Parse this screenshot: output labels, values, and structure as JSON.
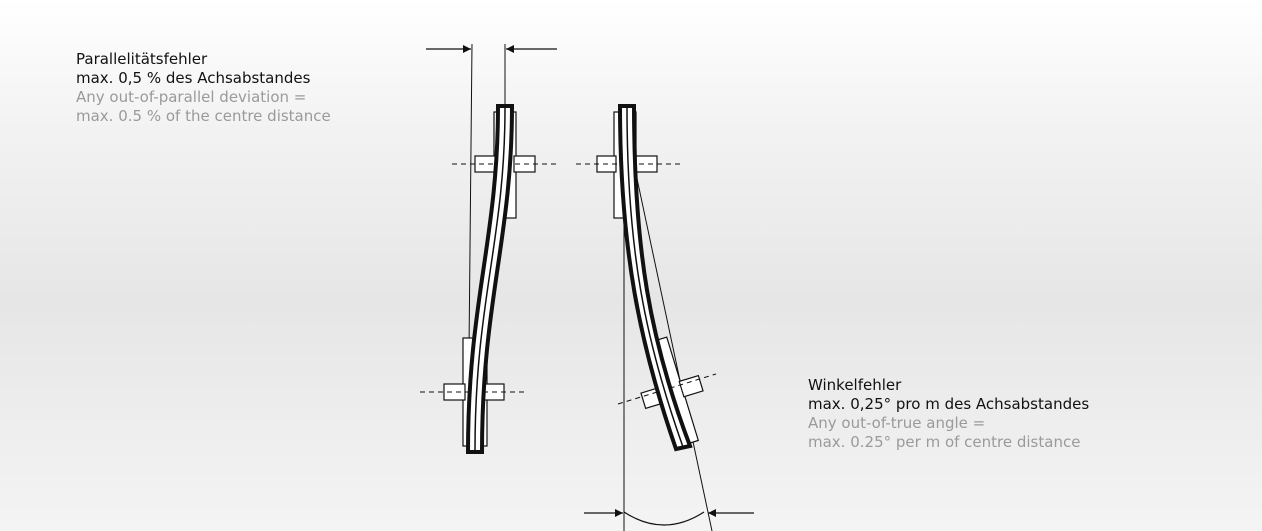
{
  "parallel_label": {
    "de_title": "Parallelitätsfehler",
    "de_value": "max. 0,5 % des Achsabstandes",
    "en_line1": "Any out-of-parallel deviation =",
    "en_line2": "max. 0.5 % of the centre distance"
  },
  "angle_label": {
    "de_title": "Winkelfehler",
    "de_value": "max. 0,25° pro m des Achsabstandes",
    "en_line1": "Any out-of-true angle =",
    "en_line2": "max. 0.25° per m of centre distance"
  },
  "colors": {
    "german_text": "#111111",
    "english_text": "#9a9a9a",
    "line": "#111111"
  }
}
